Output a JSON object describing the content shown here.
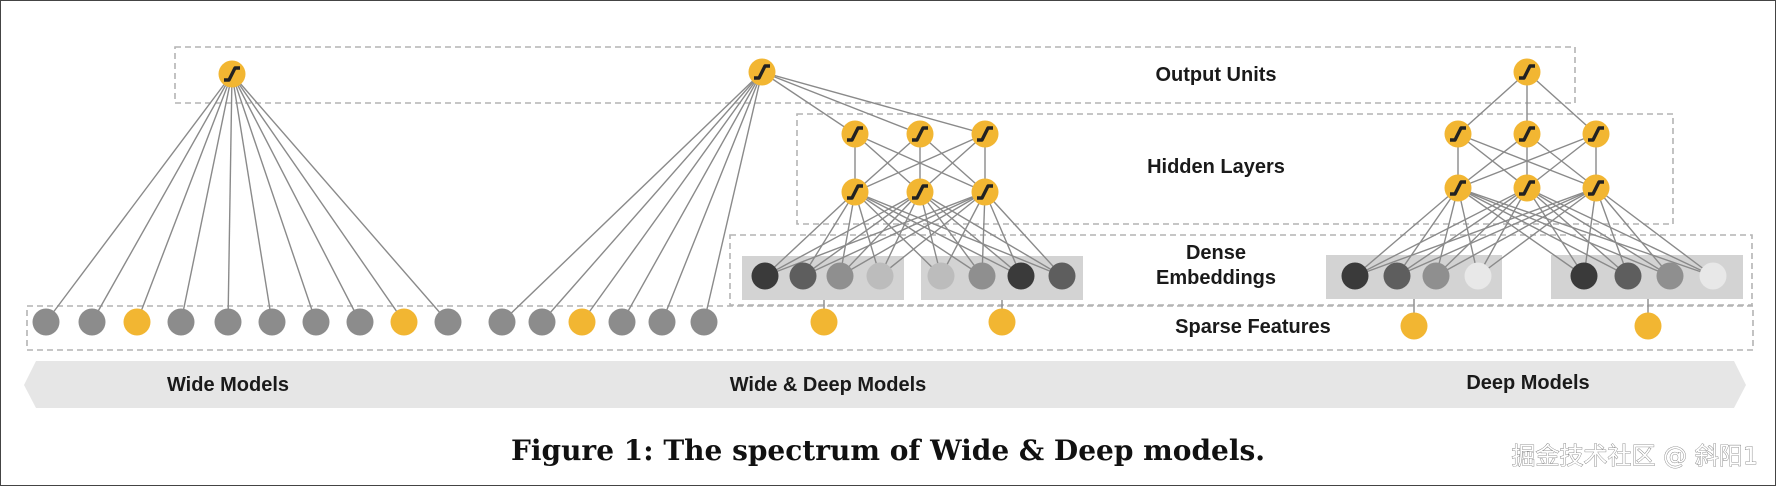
{
  "labels": {
    "output_units": "Output Units",
    "hidden_layers": "Hidden Layers",
    "dense_line1": "Dense",
    "dense_line2": "Embeddings",
    "sparse_features": "Sparse Features"
  },
  "banner": {
    "wide": "Wide Models",
    "wide_deep": "Wide & Deep Models",
    "deep": "Deep Models"
  },
  "caption": "Figure 1: The spectrum of Wide & Deep models.",
  "watermark": "掘金技术社区 @ 斜阳1",
  "colors": {
    "accent": "#f2b632",
    "sparse_gray": "#8c8c8c",
    "embedding_shades": [
      "#3a3a3a",
      "#5e5e5e",
      "#8f8f8f",
      "#bcbcbc",
      "#e8e8e8"
    ],
    "edge": "#8a8a8a",
    "dashed_box": "#b4b4b4",
    "banner": "#e6e6e6"
  },
  "icons": {
    "unit": "sigmoid-unit-icon",
    "feature": "feature-node-icon"
  }
}
